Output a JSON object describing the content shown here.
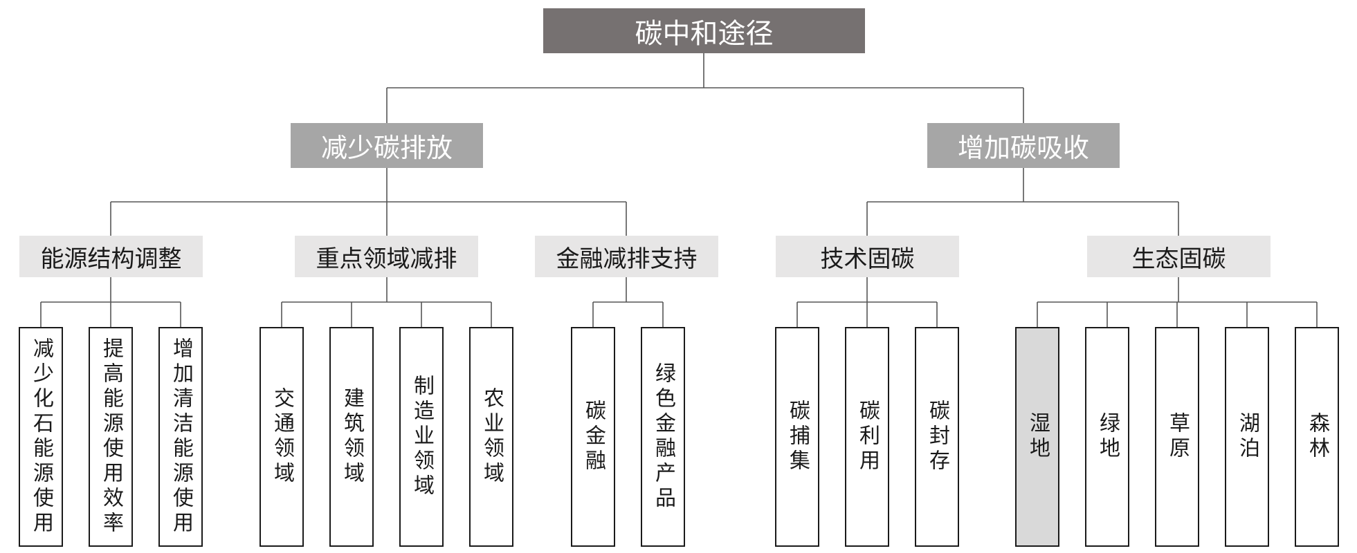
{
  "colors": {
    "root_fill": "#767171",
    "level1_fill": "#a6a6a6",
    "level2_fill": "#e7e6e6",
    "leaf_fill": "#ffffff",
    "leaf_highlight_fill": "#d9d9d9",
    "line": "#555555"
  },
  "root": {
    "label": "碳中和途径",
    "children": [
      {
        "label": "减少碳排放",
        "children": [
          {
            "label": "能源结构调整",
            "leaves": [
              {
                "label": "减少化石能源使用"
              },
              {
                "label": "提高能源使用效率"
              },
              {
                "label": "增加清洁能源使用"
              }
            ]
          },
          {
            "label": "重点领域减排",
            "leaves": [
              {
                "label": "交通领域"
              },
              {
                "label": "建筑领域"
              },
              {
                "label": "制造业领域"
              },
              {
                "label": "农业领域"
              }
            ]
          },
          {
            "label": "金融减排支持",
            "leaves": [
              {
                "label": "碳金融"
              },
              {
                "label": "绿色金融产品"
              }
            ]
          }
        ]
      },
      {
        "label": "增加碳吸收",
        "children": [
          {
            "label": "技术固碳",
            "leaves": [
              {
                "label": "碳捕集"
              },
              {
                "label": "碳利用"
              },
              {
                "label": "碳封存"
              }
            ]
          },
          {
            "label": "生态固碳",
            "leaves": [
              {
                "label": "湿地",
                "highlighted": true
              },
              {
                "label": "绿地"
              },
              {
                "label": "草原"
              },
              {
                "label": "湖泊"
              },
              {
                "label": "森林"
              }
            ]
          }
        ]
      }
    ]
  }
}
